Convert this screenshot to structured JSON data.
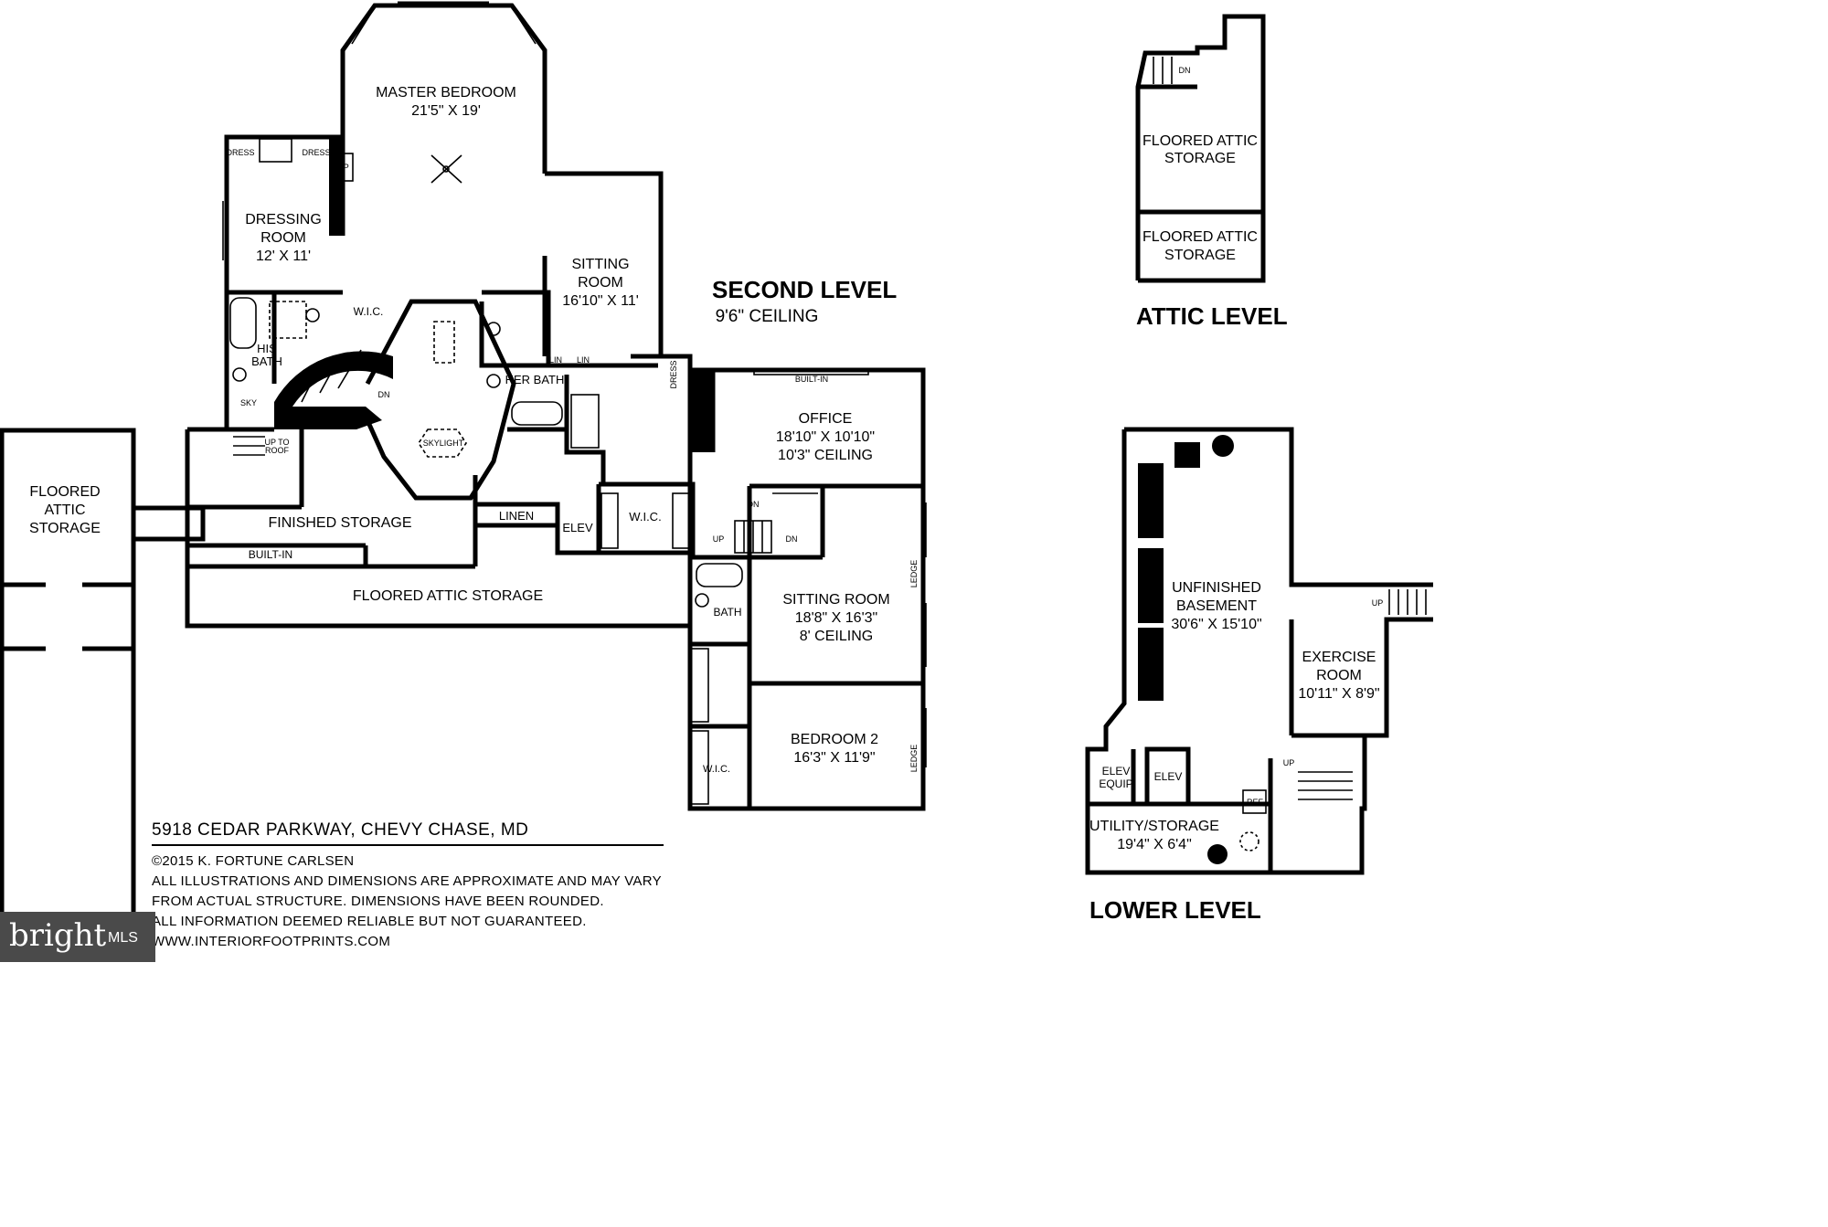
{
  "levels": {
    "second": {
      "title": "SECOND LEVEL",
      "ceiling": "9'6\" CEILING"
    },
    "attic": {
      "title": "ATTIC LEVEL"
    },
    "lower": {
      "title": "LOWER LEVEL"
    }
  },
  "rooms": {
    "master_bedroom": {
      "name": "MASTER BEDROOM",
      "dims": "21'5\" X 19'"
    },
    "dressing_room": {
      "name1": "DRESSING",
      "name2": "ROOM",
      "dims": "12' X 11'"
    },
    "sitting_room_1": {
      "name": "SITTING",
      "name2": "ROOM",
      "dims": "16'10\" X 11'"
    },
    "his_bath": {
      "name1": "HIS",
      "name2": "BATH"
    },
    "her_bath": {
      "name": "HER BATH"
    },
    "office": {
      "name": "OFFICE",
      "dims": "18'10\" X 10'10\"",
      "ceiling": "10'3\" CEILING"
    },
    "floored_attic_left": {
      "l1": "FLOORED",
      "l2": "ATTIC",
      "l3": "STORAGE"
    },
    "finished_storage": {
      "name": "FINISHED STORAGE"
    },
    "built_in": {
      "name": "BUILT-IN"
    },
    "floored_attic_storage": {
      "name": "FLOORED ATTIC STORAGE"
    },
    "linen": {
      "name": "LINEN"
    },
    "elev": {
      "name": "ELEV"
    },
    "wic_center": {
      "name": "W.I.C."
    },
    "wic_top": {
      "name": "W.I.C."
    },
    "sitting_room_2": {
      "name": "SITTING ROOM",
      "dims": "18'8\" X 16'3\"",
      "ceiling": "8' CEILING"
    },
    "bath": {
      "name": "BATH"
    },
    "bedroom_2": {
      "name": "BEDROOM 2",
      "dims": "16'3\" X 11'9\""
    },
    "wic_bed2": {
      "name": "W.I.C."
    },
    "attic_storage_1": {
      "l1": "FLOORED ATTIC",
      "l2": "STORAGE"
    },
    "attic_storage_2": {
      "l1": "FLOORED ATTIC",
      "l2": "STORAGE"
    },
    "unfinished_basement": {
      "name1": "UNFINISHED",
      "name2": "BASEMENT",
      "dims": "30'6\" X 15'10\""
    },
    "exercise_room": {
      "name1": "EXERCISE",
      "name2": "ROOM",
      "dims": "10'11\" X 8'9\""
    },
    "elev_equip": {
      "l1": "ELEV",
      "l2": "EQUIP"
    },
    "elev_lower": {
      "name": "ELEV"
    },
    "utility": {
      "name": "UTILITY/STORAGE",
      "dims": "19'4\" X 6'4\""
    }
  },
  "small_labels": {
    "dress": "DRESS",
    "fp": "FP",
    "skylight": "SKYLIGHT",
    "dn": "DN",
    "up": "UP",
    "up_to_roof": "UP TO",
    "up_to_roof2": "ROOF",
    "lin": "LIN",
    "built_in": "BUILT-IN",
    "ledge": "LEDGE",
    "ref": "REF",
    "sky": "SKY"
  },
  "info": {
    "address": "5918 CEDAR PARKWAY, CHEVY CHASE, MD",
    "copyright": "©2015 K. FORTUNE CARLSEN",
    "disclaimer1": "ALL ILLUSTRATIONS AND DIMENSIONS ARE APPROXIMATE AND MAY VARY",
    "disclaimer2": "FROM ACTUAL STRUCTURE. DIMENSIONS HAVE BEEN ROUNDED.",
    "disclaimer3": "ALL INFORMATION DEEMED RELIABLE BUT NOT GUARANTEED.",
    "website": "WWW.INTERIORFOOTPRINTS.COM"
  },
  "watermark": {
    "brand": "bright",
    "mls": "MLS"
  }
}
